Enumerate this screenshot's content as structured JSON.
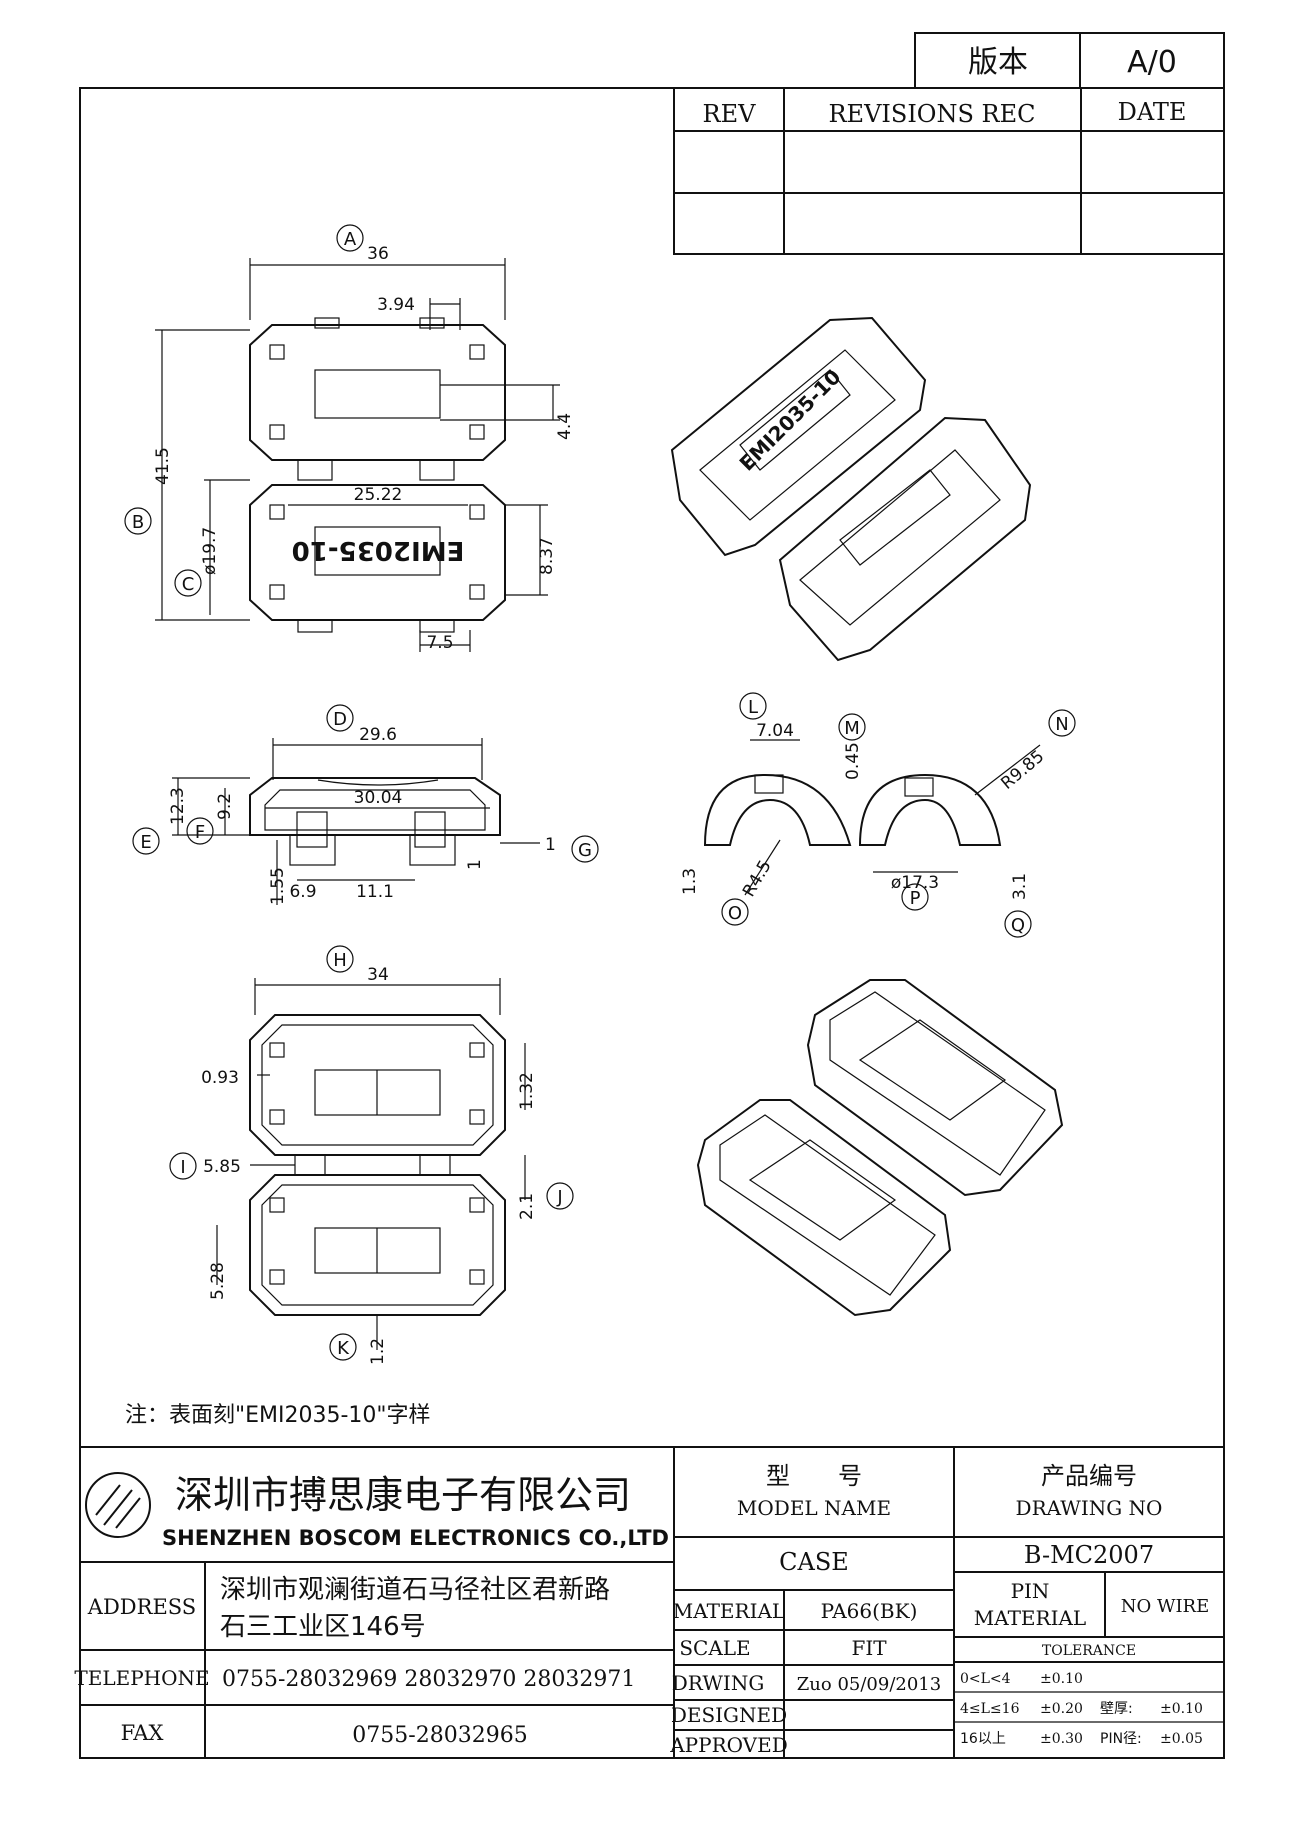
{
  "revision_box": {
    "version_label": "版本",
    "version_value": "A/0"
  },
  "revisions_table": {
    "headers": [
      "REV",
      "REVISIONS REC",
      "DATE"
    ],
    "rows": [
      [
        "",
        "",
        ""
      ],
      [
        "",
        "",
        ""
      ]
    ]
  },
  "dimensions": {
    "top_view": {
      "A": "36",
      "a_notch": "3.94",
      "a_slot": "4.4",
      "B": "41.5",
      "C": "ø19.7",
      "inner_width": "25.22",
      "label_height": "8.37",
      "bottom_tab": "7.5",
      "engraving": "EMI2035-10"
    },
    "side_view": {
      "D": "29.6",
      "inner": "30.04",
      "E": "12.3",
      "F": "9.2",
      "G": "1",
      "small_1": "1",
      "tab": "1.55",
      "gap1": "6.9",
      "gap2": "11.1"
    },
    "end_view": {
      "L": "7.04",
      "M": "0.45",
      "N": "R9.85",
      "O": "R4.5",
      "P": "ø17.3",
      "Q": "3.1",
      "left_h": "1.3"
    },
    "bottom_view": {
      "H": "34",
      "h_side": "0.93",
      "h_right": "1.32",
      "I": "5.85",
      "J": "2.1",
      "h_left": "5.28",
      "K": "1.2"
    }
  },
  "callouts": [
    "A",
    "B",
    "C",
    "D",
    "E",
    "F",
    "G",
    "H",
    "I",
    "J",
    "K",
    "L",
    "M",
    "N",
    "O",
    "P",
    "Q"
  ],
  "note": "注：表面刻\"EMI2035-10\"字样",
  "title_block": {
    "company_cn": "深圳市搏思康电子有限公司",
    "company_en": "SHENZHEN BOSCOM ELECTRONICS CO.,LTD",
    "address_label": "ADDRESS",
    "address_line1": "深圳市观澜街道石马径社区君新路",
    "address_line2": "石三工业区146号",
    "telephone_label": "TELEPHONE",
    "telephone": "0755-28032969 28032970 28032971",
    "fax_label": "FAX",
    "fax": "0755-28032965",
    "model_name_cn": "型　　号",
    "model_name_en": "MODEL NAME",
    "model_name_value": "CASE",
    "drawing_no_cn": "产品编号",
    "drawing_no_en": "DRAWING NO",
    "drawing_no_value": "B-MC2007",
    "material_label": "MATERIAL",
    "material_value": "PA66(BK)",
    "scale_label": "SCALE",
    "scale_value": "FIT",
    "drwing_label": "DRWING",
    "drwing_value": "Zuo 05/09/2013",
    "designed_label": "DESIGNED",
    "approved_label": "APPROVED",
    "pin_material_label_1": "PIN",
    "pin_material_label_2": "MATERIAL",
    "pin_material_value": "NO WIRE",
    "tolerance_label": "TOLERANCE",
    "tol_rows": [
      [
        "0<L<4",
        "±0.10",
        "",
        ""
      ],
      [
        "4≤L≤16",
        "±0.20",
        "壁厚:",
        "±0.10"
      ],
      [
        "16以上",
        "±0.30",
        "PIN径:",
        "±0.05"
      ]
    ]
  }
}
